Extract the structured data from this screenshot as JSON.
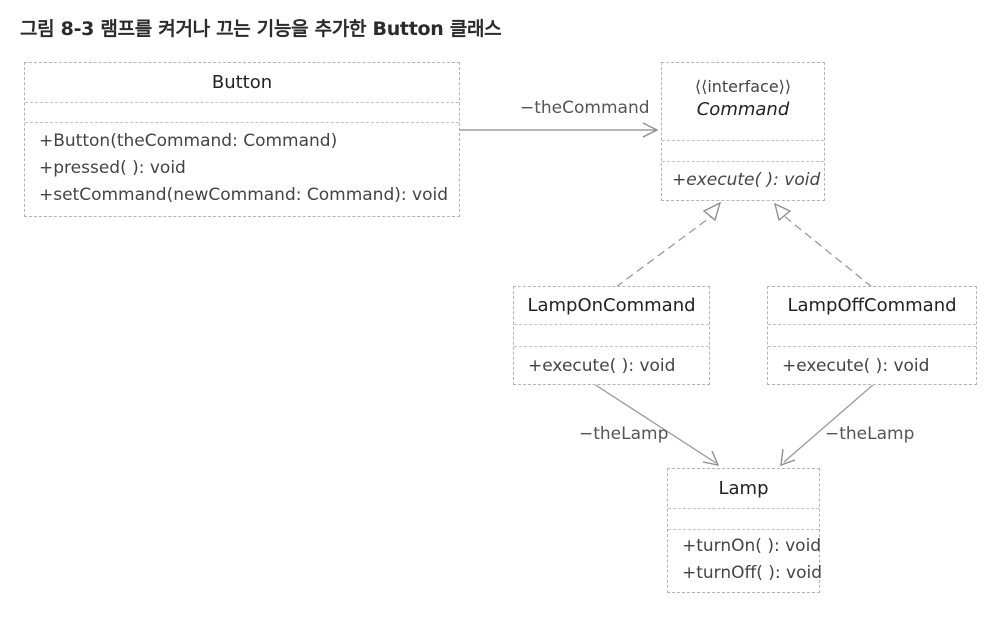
{
  "caption": "그림 8-3 램프를 켜거나 끄는 기능을 추가한 Button 클래스",
  "classes": {
    "button": {
      "name": "Button",
      "operations": [
        "+Button(theCommand: Command)",
        "+pressed( ): void",
        "+setCommand(newCommand: Command): void"
      ]
    },
    "command": {
      "stereotype": "⟨⟨interface⟩⟩",
      "name": "Command",
      "operations": [
        "+execute( ): void"
      ]
    },
    "lamp_on_command": {
      "name": "LampOnCommand",
      "operations": [
        "+execute( ): void"
      ]
    },
    "lamp_off_command": {
      "name": "LampOffCommand",
      "operations": [
        "+execute( ): void"
      ]
    },
    "lamp": {
      "name": "Lamp",
      "operations": [
        "+turnOn( ): void",
        "+turnOff( ): void"
      ]
    }
  },
  "associations": {
    "button_command": "−theCommand",
    "on_lamp": "−theLamp",
    "off_lamp": "−theLamp"
  }
}
